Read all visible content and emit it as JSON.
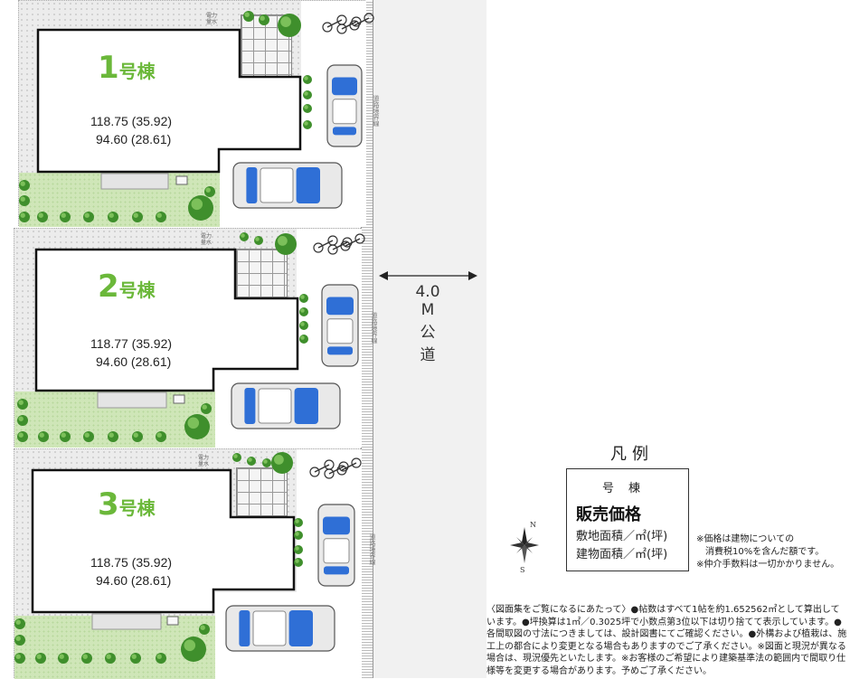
{
  "lots": [
    {
      "number": "1",
      "suffix": "号棟",
      "land_area": "118.75 (35.92)",
      "building_area": "94.60 (28.61)"
    },
    {
      "number": "2",
      "suffix": "号棟",
      "land_area": "118.77 (35.92)",
      "building_area": "94.60 (28.61)"
    },
    {
      "number": "3",
      "suffix": "号棟",
      "land_area": "118.75 (35.92)",
      "building_area": "94.60 (28.61)"
    }
  ],
  "road": {
    "width": "4.0",
    "unit": "M",
    "type_1": "公",
    "type_2": "道"
  },
  "boundary_note": "道路境界線",
  "meter_note_1": "電力",
  "meter_note_2": "量水",
  "legend": {
    "title": "凡例",
    "line1": "号棟",
    "line2": "販売価格",
    "line3": "敷地面積／㎡(坪)",
    "line4": "建物面積／㎡(坪)"
  },
  "notes": {
    "line1": "※価格は建物についての",
    "line2": "　消費税10%を含んだ額です。",
    "line3": "※仲介手数料は一切かかりません。"
  },
  "disclaimer": "〈図面集をご覧になるにあたって〉●帖数はすべて1帖を約1.652562㎡として算出しています。●坪換算は1㎡／0.3025坪で小数点第3位以下は切り捨てて表示しています。●各間取図の寸法につきましては、設計図書にてご確認ください。●外構および植栽は、施工上の都合により変更となる場合もありますのでご了承ください。※図面と現況が異なる場合は、現況優先といたします。※お客様のご希望により建築基準法の範囲内で間取り仕様等を変更する場合があります。予めご了承ください。",
  "colors": {
    "label_green": "#6bb83a",
    "lawn": "#cfe6b8",
    "tree": "#3f8f2c",
    "car_body": "#e9e9e9",
    "car_glass": "#2f6fd6"
  }
}
